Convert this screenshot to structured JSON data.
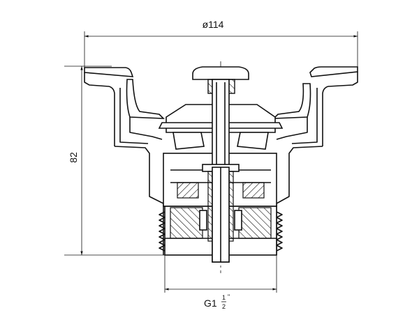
{
  "dimensions": {
    "top_diameter": "ø114",
    "height": "82",
    "thread_prefix": "G1",
    "thread_num": "1",
    "thread_den": "2",
    "thread_mark": "\""
  }
}
